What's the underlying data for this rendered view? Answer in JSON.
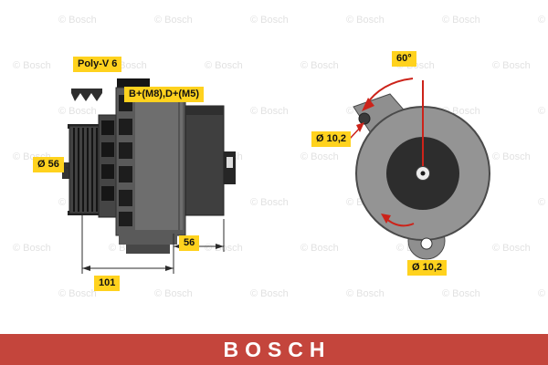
{
  "colors": {
    "label_bg": "#ffd21e",
    "label_text": "#111111",
    "annotation_red": "#cc231a",
    "brand_red": "#c4453c",
    "footer_text": "#ffffff",
    "watermark": "#e2e2e2"
  },
  "watermark": {
    "text": "© Bosch"
  },
  "side_view": {
    "poly_v_label": "Poly-V 6",
    "terminal_label": "B+(M8),D+(M5)",
    "pulley_diameter_label": "Ø 56",
    "depth_label": "56",
    "length_label": "101"
  },
  "front_view": {
    "angle_label": "60°",
    "top_hole_label": "Ø 10,2",
    "bottom_hole_label": "Ø 10,2"
  },
  "footer": {
    "brand": "BOSCH"
  }
}
